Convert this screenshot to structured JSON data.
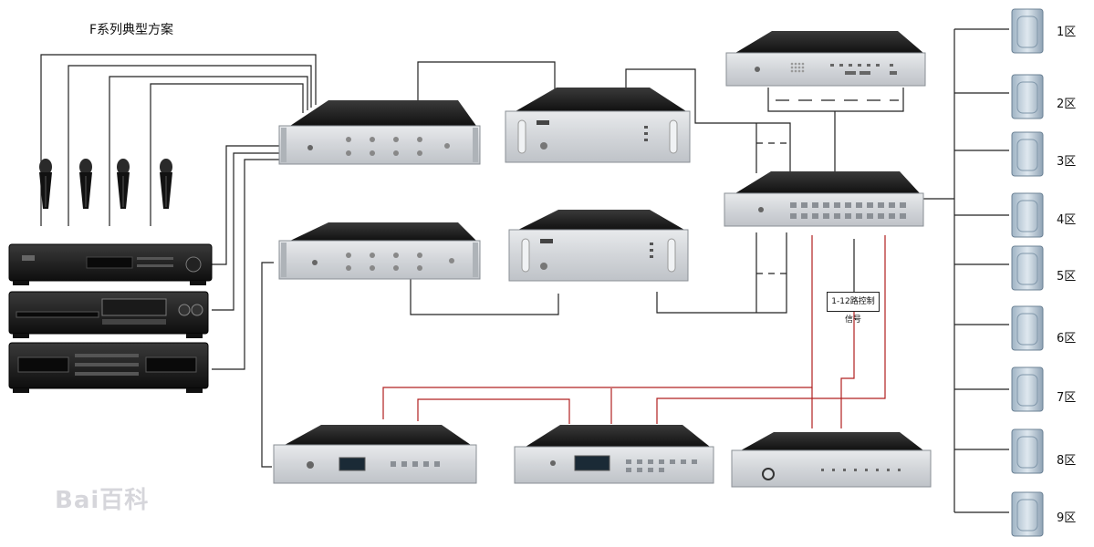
{
  "title": "F系列典型方案",
  "zones": [
    "1区",
    "2区",
    "3区",
    "4区",
    "5区",
    "6区",
    "7区",
    "8区",
    "9区"
  ],
  "signal_label": "1-12路控制信号",
  "watermark": "Bai百科",
  "colors": {
    "wire": "#222222",
    "control_wire": "#b02020",
    "rack_face": "#d4d7db",
    "rack_top": "#1d1d1d"
  }
}
